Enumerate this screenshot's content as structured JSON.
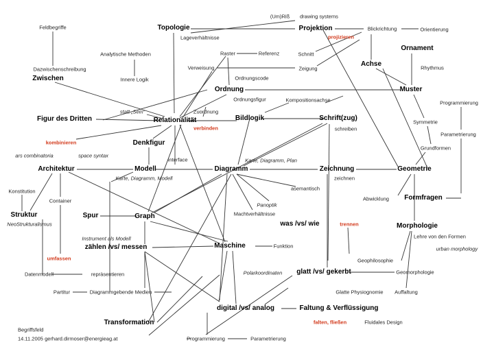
{
  "diagram": {
    "nodes": [
      {
        "id": "um_riss",
        "label": "(Um)Riß",
        "style": "s"
      },
      {
        "id": "drawing_systems",
        "label": "drawing systems",
        "style": "s"
      },
      {
        "id": "feldbegriffe",
        "label": "Feldbegriffe",
        "style": "s"
      },
      {
        "id": "topologie",
        "label": "Topologie",
        "style": "b"
      },
      {
        "id": "lageverhaeltnisse",
        "label": "Lageverhältnisse",
        "style": "s"
      },
      {
        "id": "projektion",
        "label": "Projektion",
        "style": "b"
      },
      {
        "id": "projizieren",
        "label": "projizieren",
        "style": "r"
      },
      {
        "id": "blickrichtung",
        "label": "Blickrichtung",
        "style": "s"
      },
      {
        "id": "orientierung",
        "label": "Orientierung",
        "style": "s"
      },
      {
        "id": "ornament",
        "label": "Ornament",
        "style": "b"
      },
      {
        "id": "analytische_methoden",
        "label": "Analytische Methoden",
        "style": "s"
      },
      {
        "id": "raster",
        "label": "Raster",
        "style": "s"
      },
      {
        "id": "referenz",
        "label": "Referenz",
        "style": "s"
      },
      {
        "id": "schnitt",
        "label": "Schnitt",
        "style": "s"
      },
      {
        "id": "achse",
        "label": "Achse",
        "style": "b"
      },
      {
        "id": "rhythmus",
        "label": "Rhythmus",
        "style": "s"
      },
      {
        "id": "dazwischenschreibung",
        "label": "Dazwischenschreibung",
        "style": "s"
      },
      {
        "id": "verweisung",
        "label": "Verweisung",
        "style": "s"
      },
      {
        "id": "zeigung",
        "label": "Zeigung",
        "style": "s"
      },
      {
        "id": "zwischen",
        "label": "Zwischen",
        "style": "b"
      },
      {
        "id": "innere_logik",
        "label": "Innere Logik",
        "style": "s"
      },
      {
        "id": "ordnungscode",
        "label": "Ordnungscode",
        "style": "s"
      },
      {
        "id": "ordnung",
        "label": "Ordnung",
        "style": "b"
      },
      {
        "id": "muster",
        "label": "Muster",
        "style": "b"
      },
      {
        "id": "ordnungsfigur",
        "label": "Ordnungsfigur",
        "style": "s"
      },
      {
        "id": "kompositionsachse",
        "label": "Kompositionsachse",
        "style": "s"
      },
      {
        "id": "programmierung_r",
        "label": "Programmierung",
        "style": "s"
      },
      {
        "id": "statt_sein",
        "label": "statt „Sein“",
        "style": "i"
      },
      {
        "id": "zuordnung",
        "label": "Zuordnung",
        "style": "s"
      },
      {
        "id": "figur_des_dritten",
        "label": "Figur des Dritten",
        "style": "b"
      },
      {
        "id": "relationalitaet",
        "label": "Relationalität",
        "style": "b"
      },
      {
        "id": "verbinden",
        "label": "verbinden",
        "style": "r"
      },
      {
        "id": "bildlogik",
        "label": "Bildlogik",
        "style": "b"
      },
      {
        "id": "schrift_zug",
        "label": "Schrift(zug)",
        "style": "b"
      },
      {
        "id": "symmetrie",
        "label": "Symmetrie",
        "style": "s"
      },
      {
        "id": "schreiben",
        "label": "schreiben",
        "style": "s"
      },
      {
        "id": "parametrierung_r",
        "label": "Parametrierung",
        "style": "s"
      },
      {
        "id": "kombinieren",
        "label": "kombinieren",
        "style": "r"
      },
      {
        "id": "denkfigur",
        "label": "Denkfigur",
        "style": "b"
      },
      {
        "id": "ars_combinatoria",
        "label": "ars combinatoria",
        "style": "i"
      },
      {
        "id": "space_syntax",
        "label": "space syntax",
        "style": "i"
      },
      {
        "id": "grundformen",
        "label": "Grundformen",
        "style": "s"
      },
      {
        "id": "interface",
        "label": "Interface",
        "style": "s"
      },
      {
        "id": "karte_diagramm_plan",
        "label": "Karte, Diagramm, Plan",
        "style": "i"
      },
      {
        "id": "architektur",
        "label": "Architektur",
        "style": "b"
      },
      {
        "id": "modell",
        "label": "Modell",
        "style": "b"
      },
      {
        "id": "diagramm",
        "label": "Diagramm",
        "style": "b"
      },
      {
        "id": "zeichnung",
        "label": "Zeichnung",
        "style": "b"
      },
      {
        "id": "geometrie",
        "label": "Geometrie",
        "style": "b"
      },
      {
        "id": "karte_diagramm_modell",
        "label": "Karte, Diagramm, Modell",
        "style": "i"
      },
      {
        "id": "zeichnen",
        "label": "zeichnen",
        "style": "s"
      },
      {
        "id": "asemantisch",
        "label": "asemantisch",
        "style": "s"
      },
      {
        "id": "konstitution",
        "label": "Konstitution",
        "style": "s"
      },
      {
        "id": "abwicklung",
        "label": "Abwicklung",
        "style": "s"
      },
      {
        "id": "formfragen",
        "label": "Formfragen",
        "style": "b"
      },
      {
        "id": "container",
        "label": "Container",
        "style": "s"
      },
      {
        "id": "panoptik",
        "label": "Panoptik",
        "style": "i"
      },
      {
        "id": "struktur",
        "label": "Struktur",
        "style": "b"
      },
      {
        "id": "spur",
        "label": "Spur",
        "style": "b"
      },
      {
        "id": "graph",
        "label": "Graph",
        "style": "b"
      },
      {
        "id": "machtverhaeltnisse",
        "label": "Machtverhältnisse",
        "style": "s"
      },
      {
        "id": "neostrukturalismus",
        "label": "NeoStrukturalismus",
        "style": "i"
      },
      {
        "id": "was_vs_wie",
        "label": "was /vs/ wie",
        "style": "b"
      },
      {
        "id": "trennen",
        "label": "trennen",
        "style": "r"
      },
      {
        "id": "morphologie",
        "label": "Morphologie",
        "style": "b"
      },
      {
        "id": "instrument_als_modell",
        "label": "Instrument als Modell",
        "style": "i"
      },
      {
        "id": "lehre_von_den_formen",
        "label": "Lehre von den Formen",
        "style": "s"
      },
      {
        "id": "zaehlen_vs_messen",
        "label": "zählen /vs/ messen",
        "style": "b"
      },
      {
        "id": "maschine",
        "label": "Maschine",
        "style": "b"
      },
      {
        "id": "funktion",
        "label": "Funktion",
        "style": "s"
      },
      {
        "id": "urban_morphology",
        "label": "urban morphology",
        "style": "i"
      },
      {
        "id": "umfassen",
        "label": "umfassen",
        "style": "r"
      },
      {
        "id": "geophilosophie",
        "label": "Geophilosophie",
        "style": "s"
      },
      {
        "id": "datenmodell",
        "label": "Datenmodell",
        "style": "s"
      },
      {
        "id": "repraesentieren",
        "label": "repräsentieren",
        "style": "s"
      },
      {
        "id": "polarkoordinaten",
        "label": "Polarkoordinaten",
        "style": "i"
      },
      {
        "id": "glatt_vs_gekerbt",
        "label": "glatt /vs/ gekerbt",
        "style": "b"
      },
      {
        "id": "geomorphologie",
        "label": "Geomorphologie",
        "style": "s"
      },
      {
        "id": "partitur",
        "label": "Partitur",
        "style": "s"
      },
      {
        "id": "diagrammgebende_medien",
        "label": "Diagrammgebende Medien",
        "style": "s"
      },
      {
        "id": "glatte_physiognomie",
        "label": "Glatte Physiognomie",
        "style": "s"
      },
      {
        "id": "auffaltung",
        "label": "Auffaltung",
        "style": "s"
      },
      {
        "id": "digital_vs_analog",
        "label": "digital /vs/ analog",
        "style": "b"
      },
      {
        "id": "faltung_verfluessigung",
        "label": "Faltung & Verflüssigung",
        "style": "b"
      },
      {
        "id": "transformation",
        "label": "Transformation",
        "style": "b"
      },
      {
        "id": "falten_fliessen",
        "label": "falten, fließen",
        "style": "r"
      },
      {
        "id": "fluidales_design",
        "label": "Fluidales Design",
        "style": "s"
      },
      {
        "id": "begriffsfeld",
        "label": "Begriffsfeld",
        "style": "s"
      },
      {
        "id": "programmierung_b",
        "label": "Programmierung",
        "style": "s"
      },
      {
        "id": "parametrierung_b",
        "label": "Parametrierung",
        "style": "s"
      },
      {
        "id": "date_author",
        "label": "14.11.2005 gerhard.dirmoser@energieag.at",
        "style": "s"
      }
    ]
  }
}
